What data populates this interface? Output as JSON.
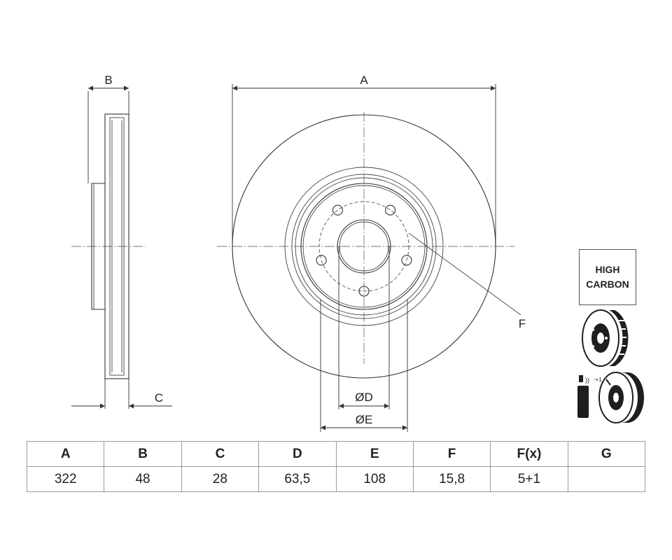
{
  "drawing": {
    "side_view": {
      "dim_B": "B",
      "dim_C": "C"
    },
    "front_view": {
      "dim_A": "A",
      "dim_F": "F",
      "dim_D": "ØD",
      "dim_E": "ØE"
    }
  },
  "badge": {
    "line1": "HIGH",
    "line2": "CARBON"
  },
  "icons": [
    "vented-disc-icon",
    "wear-indicator-disc-icon"
  ],
  "spec_table": {
    "headers": [
      "A",
      "B",
      "C",
      "D",
      "E",
      "F",
      "F(x)",
      "G"
    ],
    "values": [
      "322",
      "48",
      "28",
      "63,5",
      "108",
      "15,8",
      "5+1",
      ""
    ]
  }
}
